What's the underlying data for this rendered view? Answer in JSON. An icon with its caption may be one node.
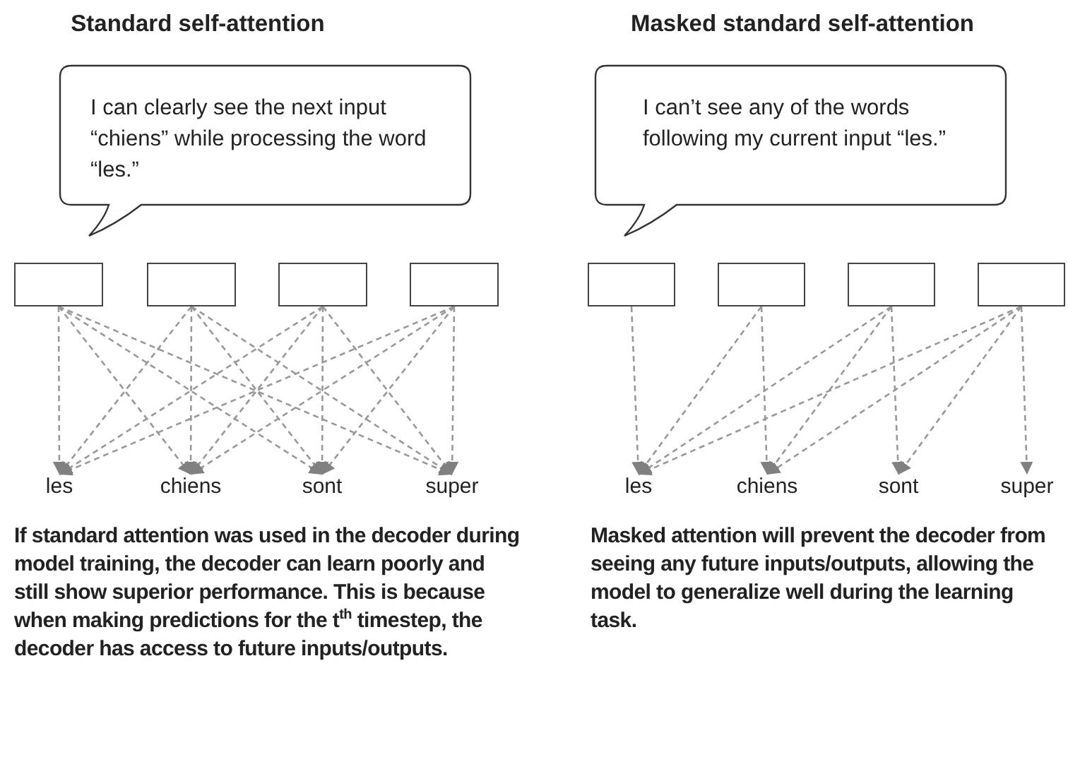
{
  "diagram": {
    "nodes": [
      {
        "text": [
          "I can clearly see the next input “chiens” while processing the word “les.”"
        ]
      },
      {
        "text": [
          "I can’t see any of the words following my current input “les.”"
        ]
      },
      {
        "text": [],
        "shape": "box"
      },
      {
        "text": [],
        "shape": "box"
      },
      {
        "text": [],
        "shape": "box"
      },
      {
        "text": [],
        "shape": "box"
      },
      {
        "text": [],
        "shape": "box"
      },
      {
        "text": [],
        "shape": "box"
      },
      {
        "text": [],
        "shape": "box"
      },
      {
        "text": [],
        "shape": "box"
      },
      {
        "text": [
          "les"
        ]
      },
      {
        "text": [
          "chiens"
        ]
      },
      {
        "text": [
          "sont"
        ]
      },
      {
        "text": [
          "super"
        ]
      },
      {
        "text": [
          "les"
        ]
      },
      {
        "text": [
          "chiens"
        ]
      },
      {
        "text": [
          "sont"
        ]
      },
      {
        "text": [
          "super"
        ]
      }
    ],
    "edges": [
      {
        "from": 2,
        "to": 10,
        "arrow": "to"
      },
      {
        "from": 2,
        "to": 11,
        "arrow": "to"
      },
      {
        "from": 2,
        "to": 12,
        "arrow": "to"
      },
      {
        "from": 2,
        "to": 13,
        "arrow": "to"
      },
      {
        "from": 3,
        "to": 10,
        "arrow": "to"
      },
      {
        "from": 3,
        "to": 11,
        "arrow": "to"
      },
      {
        "from": 3,
        "to": 12,
        "arrow": "to"
      },
      {
        "from": 3,
        "to": 13,
        "arrow": "to"
      },
      {
        "from": 4,
        "to": 10,
        "arrow": "to"
      },
      {
        "from": 4,
        "to": 11,
        "arrow": "to"
      },
      {
        "from": 4,
        "to": 12,
        "arrow": "to"
      },
      {
        "from": 4,
        "to": 13,
        "arrow": "to"
      },
      {
        "from": 5,
        "to": 10,
        "arrow": "to"
      },
      {
        "from": 5,
        "to": 11,
        "arrow": "to"
      },
      {
        "from": 5,
        "to": 12,
        "arrow": "to"
      },
      {
        "from": 5,
        "to": 13,
        "arrow": "to"
      },
      {
        "from": 6,
        "to": 14,
        "arrow": "to"
      },
      {
        "from": 7,
        "to": 14,
        "arrow": "to"
      },
      {
        "from": 7,
        "to": 15,
        "arrow": "to"
      },
      {
        "from": 8,
        "to": 14,
        "arrow": "to"
      },
      {
        "from": 8,
        "to": 15,
        "arrow": "to"
      },
      {
        "from": 8,
        "to": 16,
        "arrow": "to"
      },
      {
        "from": 9,
        "to": 14,
        "arrow": "to"
      },
      {
        "from": 9,
        "to": 15,
        "arrow": "to"
      },
      {
        "from": 9,
        "to": 16,
        "arrow": "to"
      },
      {
        "from": 9,
        "to": 17,
        "arrow": "to"
      }
    ],
    "labels": [
      "Standard self-attention",
      "Masked standard self-attention",
      "If standard attention was used in the decoder during model training, the decoder can learn poorly and still show superior performance. This is because when making predictions for the t$^{th}$ timestep, the decoder has access to future inputs/outputs.",
      "Masked attention will prevent the decoder from seeing any future inputs/outputs, allowing the model to generalize well during the learning task."
    ]
  }
}
